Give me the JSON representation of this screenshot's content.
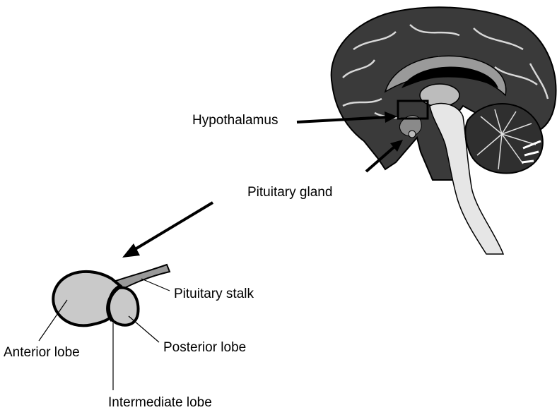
{
  "labels": {
    "hypothalamus": "Hypothalamus",
    "pituitary_gland": "Pituitary gland",
    "pituitary_stalk": "Pituitary stalk",
    "posterior_lobe": "Posterior lobe",
    "anterior_lobe": "Anterior lobe",
    "intermediate_lobe": "Intermediate lobe"
  }
}
